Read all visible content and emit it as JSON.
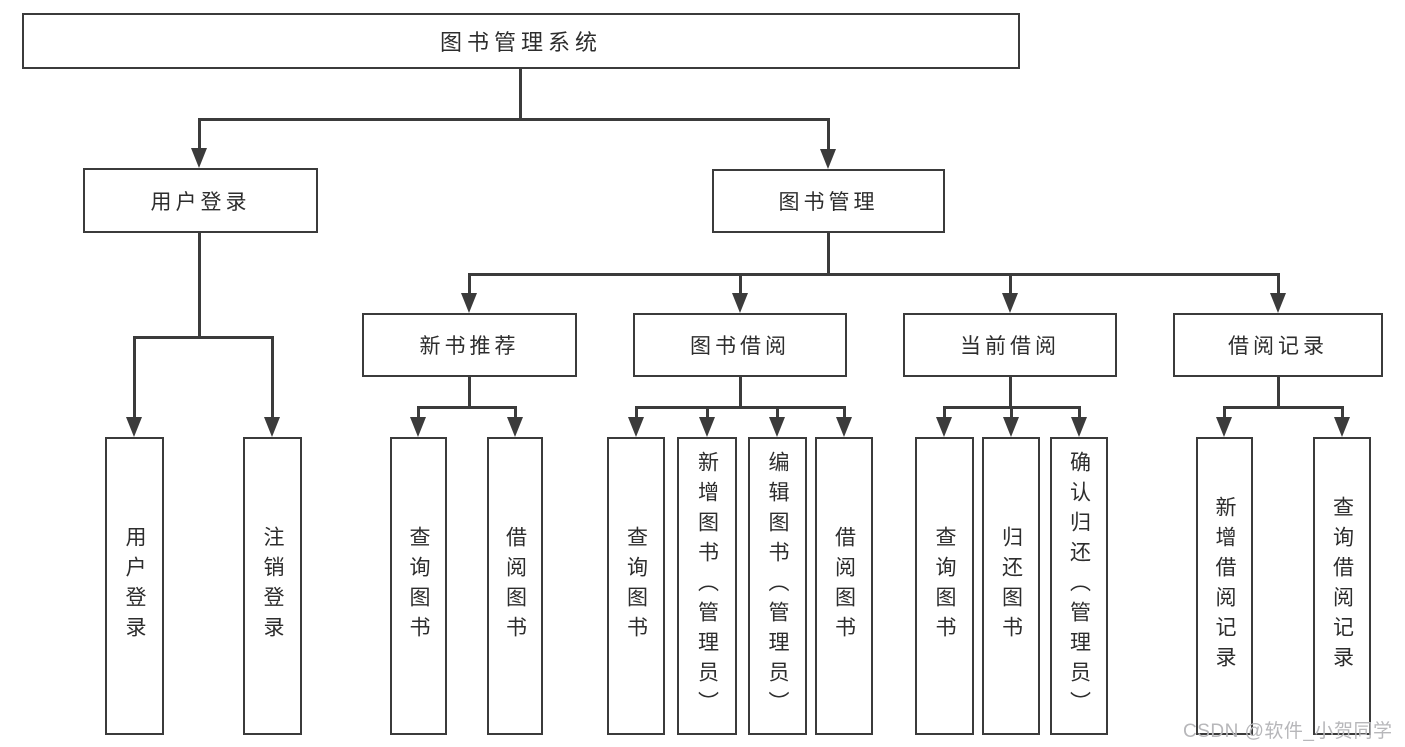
{
  "colors": {
    "line": "#3b3b3b",
    "text": "#2d2d2d",
    "watermark": "#b7b7ba",
    "background": "#ffffff"
  },
  "watermark": "CSDN @软件_小贺同学",
  "tree": {
    "label": "图书管理系统",
    "children": [
      {
        "label": "用户登录",
        "children": [
          {
            "label": "用户登录"
          },
          {
            "label": "注销登录"
          }
        ]
      },
      {
        "label": "图书管理",
        "children": [
          {
            "label": "新书推荐",
            "children": [
              {
                "label": "查询图书"
              },
              {
                "label": "借阅图书"
              }
            ]
          },
          {
            "label": "图书借阅",
            "children": [
              {
                "label": "查询图书"
              },
              {
                "label": "新增图书（管理员）"
              },
              {
                "label": "编辑图书（管理员）"
              },
              {
                "label": "借阅图书"
              }
            ]
          },
          {
            "label": "当前借阅",
            "children": [
              {
                "label": "查询图书"
              },
              {
                "label": "归还图书"
              },
              {
                "label": "确认归还（管理员）"
              }
            ]
          },
          {
            "label": "借阅记录",
            "children": [
              {
                "label": "新增借阅记录"
              },
              {
                "label": "查询借阅记录"
              }
            ]
          }
        ]
      }
    ]
  }
}
